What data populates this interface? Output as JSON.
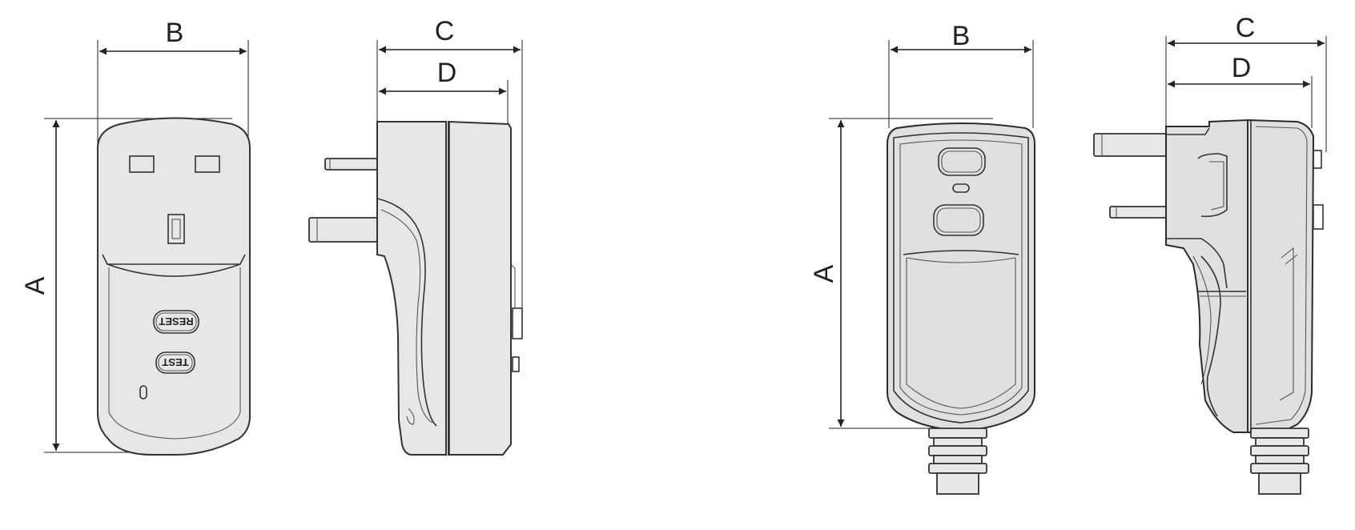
{
  "diagram": {
    "views": [
      {
        "id": "plug-adapter",
        "dimension_labels": {
          "a": "A",
          "b": "B",
          "c": "C",
          "d": "D"
        },
        "buttons": {
          "reset": "RESET",
          "test": "TEST"
        }
      },
      {
        "id": "inline-cable",
        "dimension_labels": {
          "a": "A",
          "b": "B",
          "c": "C",
          "d": "D"
        }
      }
    ],
    "colors": {
      "line": "#333333",
      "body": "#e6e7e8",
      "dimension": "#222222"
    }
  }
}
